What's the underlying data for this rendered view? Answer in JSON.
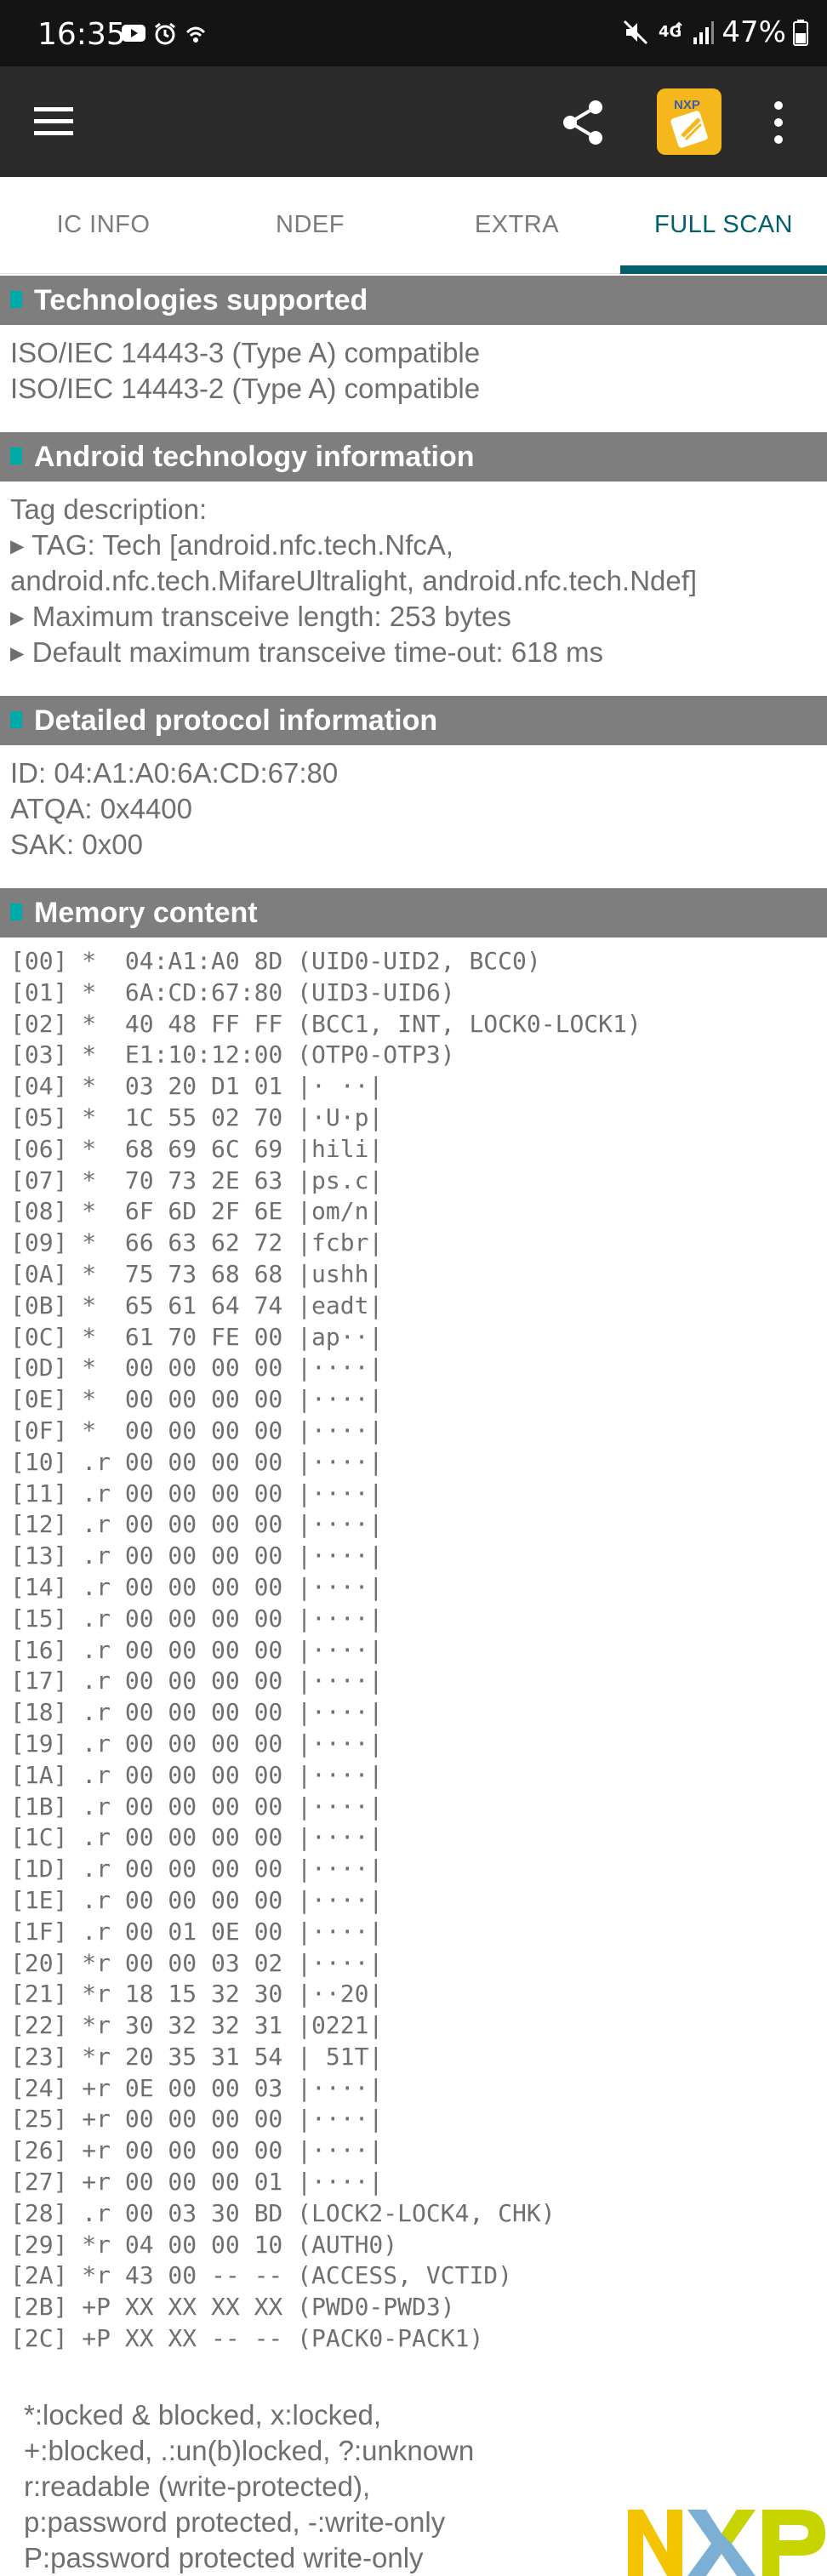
{
  "status_bar": {
    "time": "16:35",
    "battery": "47%",
    "icons_left": [
      "youtube-icon",
      "alarm-icon",
      "wifi-call-icon"
    ],
    "icons_right": [
      "mute-icon",
      "4g-icon",
      "signal-icon",
      "battery-icon"
    ]
  },
  "app_bar": {
    "icons": [
      "menu-icon",
      "share-icon",
      "nxp-app-logo",
      "more-vertical-icon"
    ],
    "logo_text": "NXP",
    "colors": {
      "bar": "#2b2b2b",
      "logo_bg": "#f5b71b"
    }
  },
  "tabs": [
    {
      "label": "IC INFO",
      "active": false
    },
    {
      "label": "NDEF",
      "active": false
    },
    {
      "label": "EXTRA",
      "active": false
    },
    {
      "label": "FULL SCAN",
      "active": true
    }
  ],
  "sections": {
    "technologies": {
      "title": "Technologies supported",
      "lines": [
        "ISO/IEC 14443-3 (Type A) compatible",
        "ISO/IEC 14443-2 (Type A) compatible"
      ]
    },
    "android": {
      "title": "Android technology information",
      "lines": [
        "Tag description:",
        "▸ TAG: Tech [android.nfc.tech.NfcA,",
        "android.nfc.tech.MifareUltralight, android.nfc.tech.Ndef]",
        "▸ Maximum transceive length: 253 bytes",
        "▸ Default maximum transceive time-out: 618 ms"
      ]
    },
    "protocol": {
      "title": "Detailed protocol information",
      "lines": [
        "ID: 04:A1:A0:6A:CD:67:80",
        "ATQA: 0x4400",
        "SAK: 0x00"
      ]
    },
    "memory": {
      "title": "Memory content",
      "lines": [
        "[00] *  04:A1:A0 8D (UID0-UID2, BCC0)",
        "[01] *  6A:CD:67:80 (UID3-UID6)",
        "[02] *  40 48 FF FF (BCC1, INT, LOCK0-LOCK1)",
        "[03] *  E1:10:12:00 (OTP0-OTP3)",
        "[04] *  03 20 D1 01 |· ··|",
        "[05] *  1C 55 02 70 |·U·p|",
        "[06] *  68 69 6C 69 |hili|",
        "[07] *  70 73 2E 63 |ps.c|",
        "[08] *  6F 6D 2F 6E |om/n|",
        "[09] *  66 63 62 72 |fcbr|",
        "[0A] *  75 73 68 68 |ushh|",
        "[0B] *  65 61 64 74 |eadt|",
        "[0C] *  61 70 FE 00 |ap··|",
        "[0D] *  00 00 00 00 |····|",
        "[0E] *  00 00 00 00 |····|",
        "[0F] *  00 00 00 00 |····|",
        "[10] .r 00 00 00 00 |····|",
        "[11] .r 00 00 00 00 |····|",
        "[12] .r 00 00 00 00 |····|",
        "[13] .r 00 00 00 00 |····|",
        "[14] .r 00 00 00 00 |····|",
        "[15] .r 00 00 00 00 |····|",
        "[16] .r 00 00 00 00 |····|",
        "[17] .r 00 00 00 00 |····|",
        "[18] .r 00 00 00 00 |····|",
        "[19] .r 00 00 00 00 |····|",
        "[1A] .r 00 00 00 00 |····|",
        "[1B] .r 00 00 00 00 |····|",
        "[1C] .r 00 00 00 00 |····|",
        "[1D] .r 00 00 00 00 |····|",
        "[1E] .r 00 00 00 00 |····|",
        "[1F] .r 00 01 0E 00 |····|",
        "[20] *r 00 00 03 02 |····|",
        "[21] *r 18 15 32 30 |··20|",
        "[22] *r 30 32 32 31 |0221|",
        "[23] *r 20 35 31 54 | 51T|",
        "[24] +r 0E 00 00 03 |····|",
        "[25] +r 00 00 00 00 |····|",
        "[26] +r 00 00 00 00 |····|",
        "[27] +r 00 00 00 01 |····|",
        "[28] .r 00 03 30 BD (LOCK2-LOCK4, CHK)",
        "[29] *r 04 00 00 10 (AUTH0)",
        "[2A] *r 43 00 -- -- (ACCESS, VCTID)",
        "[2B] +P XX XX XX XX (PWD0-PWD3)",
        "[2C] +P XX XX -- -- (PACK0-PACK1)"
      ]
    },
    "legend": {
      "lines": [
        "*:locked & blocked, x:locked,",
        "+:blocked, .:un(b)locked, ?:unknown",
        "r:readable (write-protected),",
        "p:password protected, -:write-only",
        "P:password protected write-only"
      ]
    }
  },
  "footer": {
    "logo_text": "NXP",
    "colors": {
      "yellow": "#f5c400",
      "blue": "#7bafd4",
      "green": "#c8d400"
    }
  },
  "colors": {
    "accent": "#00606a",
    "section_header": "#7e7e7e",
    "section_marker": "#00aaa7",
    "text": "#6f6f6f"
  }
}
